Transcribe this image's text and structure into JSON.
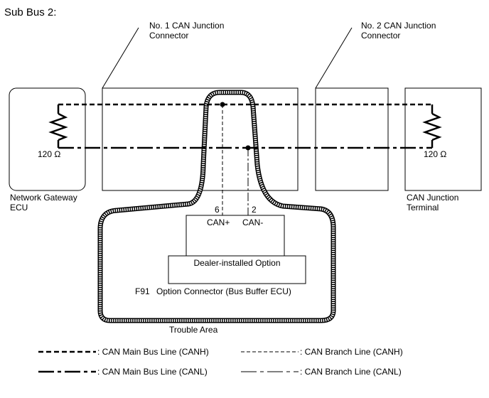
{
  "title": "Sub Bus 2:",
  "callouts": {
    "junction1_line1": "No. 1 CAN Junction",
    "junction1_line2": "Connector",
    "junction2_line1": "No. 2 CAN Junction",
    "junction2_line2": "Connector"
  },
  "components": {
    "gateway_line1": "Network Gateway",
    "gateway_line2": "ECU",
    "terminal_line1": "CAN Junction",
    "terminal_line2": "Terminal",
    "resistor_left": "120 Ω",
    "resistor_right": "120 Ω"
  },
  "option": {
    "pin_canh": "6",
    "pin_canl": "2",
    "canh_label": "CAN+",
    "canl_label": "CAN-",
    "dealer_label": "Dealer-installed Option",
    "connector_code": "F91",
    "connector_name": "Option Connector (Bus Buffer ECU)"
  },
  "trouble_area": "Trouble Area",
  "legend": {
    "main_canh": ": CAN Main Bus Line (CANH)",
    "main_canl": ": CAN Main Bus Line (CANL)",
    "branch_canh": ": CAN Branch Line (CANH)",
    "branch_canl": ": CAN Branch Line (CANL)"
  }
}
